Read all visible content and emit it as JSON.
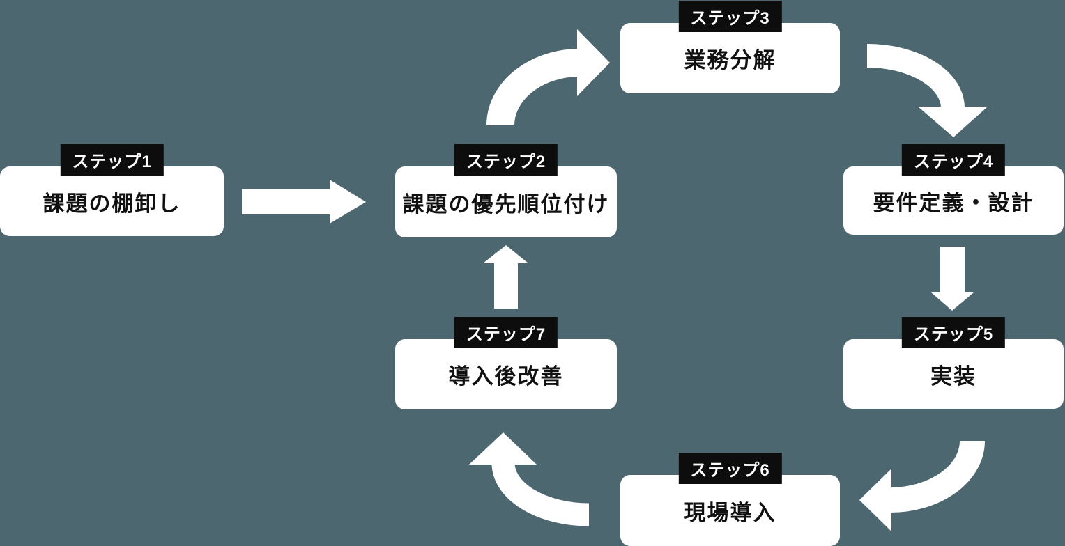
{
  "canvas": {
    "page_background": "#4d6770"
  },
  "diagram": {
    "type": "cycle-flow",
    "steps": [
      {
        "id": 1,
        "label": "ステップ1",
        "title": "課題の棚卸し"
      },
      {
        "id": 2,
        "label": "ステップ2",
        "title": "課題の優先順位付け"
      },
      {
        "id": 3,
        "label": "ステップ3",
        "title": "業務分解"
      },
      {
        "id": 4,
        "label": "ステップ4",
        "title": "要件定義・設計"
      },
      {
        "id": 5,
        "label": "ステップ5",
        "title": "実装"
      },
      {
        "id": 6,
        "label": "ステップ6",
        "title": "現場導入"
      },
      {
        "id": 7,
        "label": "ステップ7",
        "title": "導入後改善"
      }
    ],
    "connections": [
      {
        "from": 1,
        "to": 2,
        "style": "straight-right"
      },
      {
        "from": 2,
        "to": 3,
        "style": "curve-up-right"
      },
      {
        "from": 3,
        "to": 4,
        "style": "curve-down-right"
      },
      {
        "from": 4,
        "to": 5,
        "style": "straight-down"
      },
      {
        "from": 5,
        "to": 6,
        "style": "curve-down-left"
      },
      {
        "from": 6,
        "to": 7,
        "style": "curve-up-left"
      },
      {
        "from": 7,
        "to": 2,
        "style": "straight-up"
      }
    ],
    "colors": {
      "page_background": "#4d6770",
      "step_box_bg": "#ffffff",
      "step_title_text": "#111111",
      "step_label_bg": "#0d0d0d",
      "step_label_text": "#ffffff",
      "arrow": "#ffffff"
    }
  }
}
